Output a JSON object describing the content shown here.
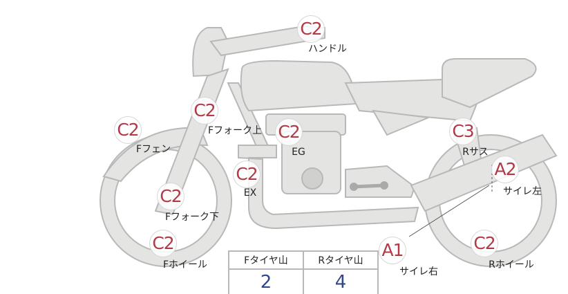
{
  "parts": [
    {
      "id": "handle",
      "grade": "C2",
      "label": "ハンドル"
    },
    {
      "id": "f-fork-upper",
      "grade": "C2",
      "label": "Fフォーク上"
    },
    {
      "id": "f-fender",
      "grade": "C2",
      "label": "Fフェン"
    },
    {
      "id": "engine",
      "grade": "C2",
      "label": "EG"
    },
    {
      "id": "exhaust",
      "grade": "C2",
      "label": "EX"
    },
    {
      "id": "f-fork-lower",
      "grade": "C2",
      "label": "Fフォーク下"
    },
    {
      "id": "f-wheel",
      "grade": "C2",
      "label": "Fホイール"
    },
    {
      "id": "r-suspension",
      "grade": "C3",
      "label": "Rサス"
    },
    {
      "id": "silencer-left",
      "grade": "A2",
      "label": "サイレ左"
    },
    {
      "id": "silencer-right",
      "grade": "A1",
      "label": "サイレ右"
    },
    {
      "id": "r-wheel",
      "grade": "C2",
      "label": "Rホイール"
    }
  ],
  "tread": {
    "headers": [
      "Fタイヤ山",
      "Rタイヤ山"
    ],
    "values": [
      "2",
      "4"
    ]
  },
  "colors": {
    "grade": "#b03a48",
    "value": "#34468a",
    "bike_fill": "#e4e4e2",
    "bike_stroke": "#b8b8b8"
  }
}
